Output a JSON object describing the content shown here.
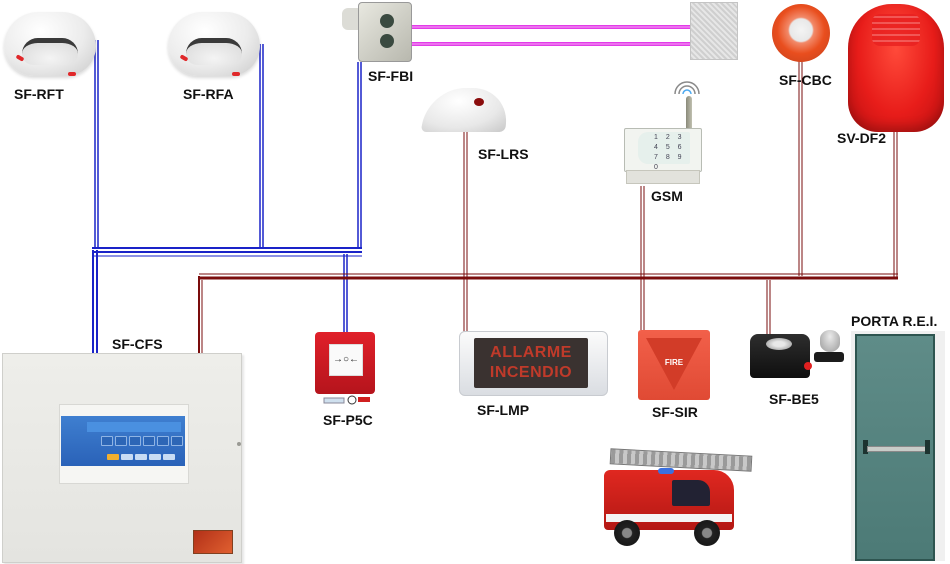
{
  "diagram": {
    "title": "Fire alarm system wiring diagram",
    "colors": {
      "detection_loop": "#1a23c8",
      "alarm_line": "#7a0c0c",
      "beam_path": "#e23ce8",
      "background": "#ffffff"
    },
    "devices": [
      {
        "id": "sf-rft",
        "label": "SF-RFT",
        "type": "smoke-detector"
      },
      {
        "id": "sf-rfa",
        "label": "SF-RFA",
        "type": "smoke-detector"
      },
      {
        "id": "sf-fbi",
        "label": "SF-FBI",
        "type": "beam-detector"
      },
      {
        "id": "reflector",
        "label": "",
        "type": "beam-reflector"
      },
      {
        "id": "sf-cbc",
        "label": "SF-CBC",
        "type": "bell"
      },
      {
        "id": "sv-df2",
        "label": "SV-DF2",
        "type": "outdoor-siren"
      },
      {
        "id": "sf-lrs",
        "label": "SF-LRS",
        "type": "remote-indicator"
      },
      {
        "id": "gsm",
        "label": "GSM",
        "type": "gsm-dialer",
        "keypad": [
          "1 2 3",
          "4 5 6",
          "7 8 9 0"
        ]
      },
      {
        "id": "sf-cfs",
        "label": "SF-CFS",
        "type": "control-panel"
      },
      {
        "id": "sf-p5c",
        "label": "SF-P5C",
        "type": "manual-call-point"
      },
      {
        "id": "sf-lmp",
        "label": "SF-LMP",
        "type": "led-sign",
        "display_lines": [
          "ALLARME",
          "INCENDIO"
        ]
      },
      {
        "id": "sf-sir",
        "label": "SF-SIR",
        "type": "siren",
        "badge": "FIRE"
      },
      {
        "id": "sf-be5",
        "label": "SF-BE5",
        "type": "door-holder"
      },
      {
        "id": "porta-rei",
        "label": "PORTA R.E.I.",
        "type": "fire-door"
      },
      {
        "id": "fire-truck",
        "label": "",
        "type": "fire-truck"
      }
    ],
    "connections": [
      {
        "from": "sf-cfs",
        "to": "sf-rft",
        "line": "detection_loop"
      },
      {
        "from": "sf-cfs",
        "to": "sf-rfa",
        "line": "detection_loop"
      },
      {
        "from": "sf-cfs",
        "to": "sf-fbi",
        "line": "detection_loop"
      },
      {
        "from": "sf-cfs",
        "to": "sf-p5c",
        "line": "detection_loop"
      },
      {
        "from": "sf-fbi",
        "to": "reflector",
        "line": "beam_path"
      },
      {
        "from": "sf-cfs",
        "to": "sf-lrs",
        "line": "alarm_line"
      },
      {
        "from": "sf-cfs",
        "to": "sf-lmp",
        "line": "alarm_line"
      },
      {
        "from": "sf-cfs",
        "to": "gsm",
        "line": "alarm_line"
      },
      {
        "from": "sf-cfs",
        "to": "sf-sir",
        "line": "alarm_line"
      },
      {
        "from": "sf-cfs",
        "to": "sf-be5",
        "line": "alarm_line"
      },
      {
        "from": "sf-cfs",
        "to": "sf-cbc",
        "line": "alarm_line"
      },
      {
        "from": "sf-cfs",
        "to": "sv-df2",
        "line": "alarm_line"
      }
    ]
  }
}
